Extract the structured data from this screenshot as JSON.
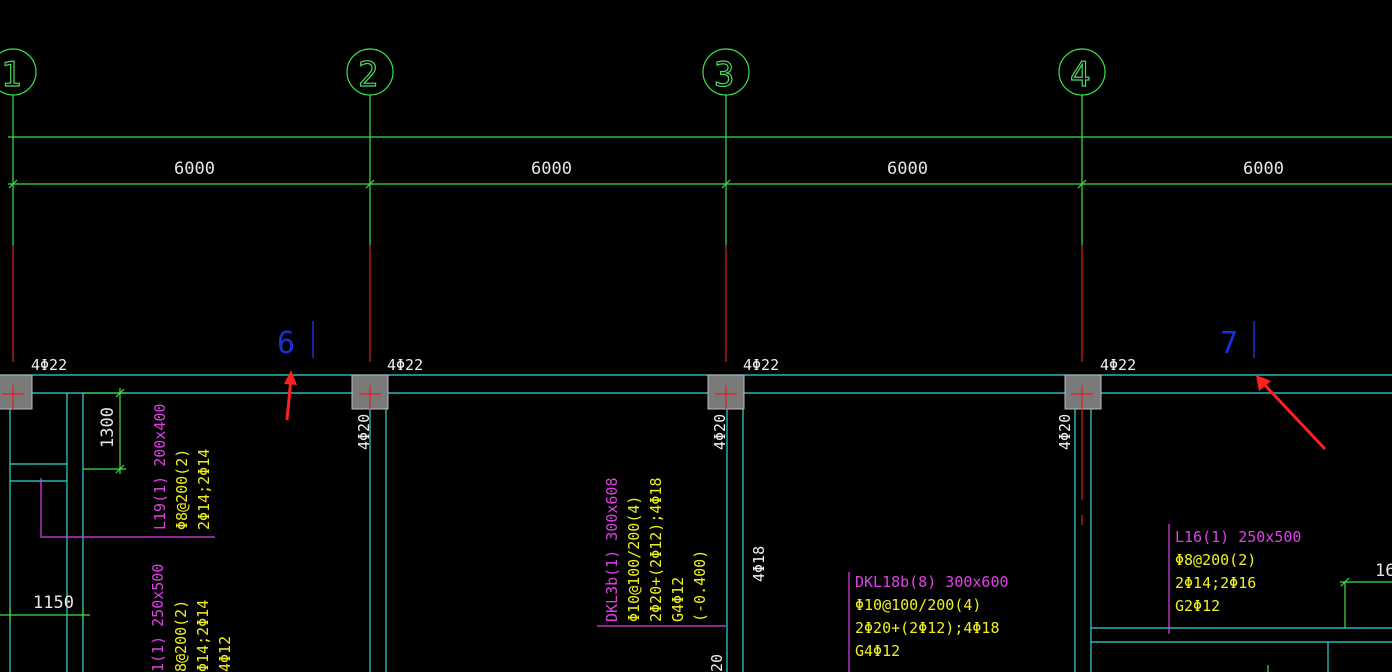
{
  "drawing": {
    "axes": [
      {
        "label": "1"
      },
      {
        "label": "2"
      },
      {
        "label": "3"
      },
      {
        "label": "4"
      }
    ],
    "spans": [
      "6000",
      "6000",
      "6000",
      "6000"
    ],
    "column_rebar_top": [
      "4Φ22",
      "4Φ22",
      "4Φ22",
      "4Φ22"
    ],
    "column_rebar_side": [
      "4Φ20",
      "4Φ20",
      "4Φ20"
    ],
    "section_marks": [
      "6",
      "7"
    ],
    "dims": {
      "d1300": "1300",
      "d1150": "1150",
      "d16": "16"
    },
    "beams": {
      "l19": {
        "name": "L19(1) 200x400",
        "stirrup": "Φ8@200(2)",
        "bars": "2Φ14;2Φ14"
      },
      "l1_partial": {
        "name": "1(1) 250x500",
        "stirrup": "8@200(2)",
        "bars": "Φ14;2Φ14",
        "extra": "4Φ12"
      },
      "dkl3b": {
        "name": "DKL3b(1) 300x608",
        "stirrup": "Φ10@100/200(4)",
        "bars": "2Φ20+(2Φ12);4Φ18",
        "torsion": "G4Φ12",
        "elev": "(-0.400)"
      },
      "side_4phi18": "4Φ18",
      "dkl18b": {
        "name": "DKL18b(8) 300x600",
        "stirrup": "Φ10@100/200(4)",
        "bars": "2Φ20+(2Φ12);4Φ18",
        "torsion": "G4Φ12"
      },
      "l16": {
        "name": "L16(1) 250x500",
        "stirrup": "Φ8@200(2)",
        "bars": "2Φ14;2Φ16",
        "torsion": "G2Φ12"
      }
    },
    "colors": {
      "axis": "#3ee04a",
      "beam": "#35d6d6",
      "magenta": "#e040e8",
      "yellow": "#f0f020",
      "red": "#e02020",
      "blue": "#1a2fd8",
      "column": "#7a7a7a"
    }
  }
}
